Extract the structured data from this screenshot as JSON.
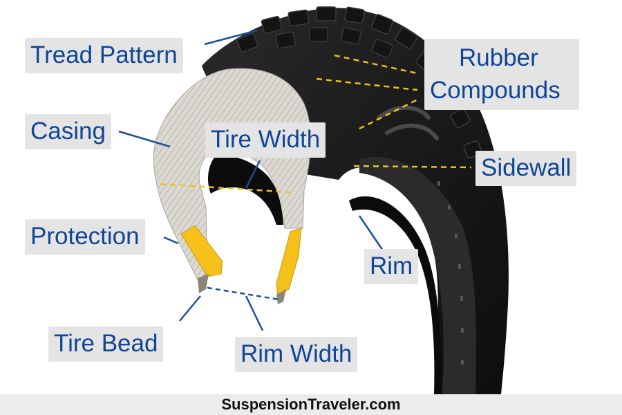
{
  "labels": {
    "tread_pattern": "Tread Pattern",
    "rubber": "Rubber",
    "compounds": "Compounds",
    "casing": "Casing",
    "tire_width": "Tire Width",
    "sidewall": "Sidewall",
    "protection": "Protection",
    "rim": "Rim",
    "tire_bead": "Tire Bead",
    "rim_width": "Rim Width"
  },
  "footer": {
    "text": "SuspensionTraveler.com"
  },
  "colors": {
    "label_text": "#0f4596",
    "label_background": "#e4e4e4",
    "leader_line": "#1a4f9c",
    "dimension_line": "#f2c01c",
    "tire_rubber": "#1b1b1b",
    "casing_fabric": "#d9d6d0",
    "protection_insert": "#f5c01a",
    "footer_background": "#ececec"
  }
}
